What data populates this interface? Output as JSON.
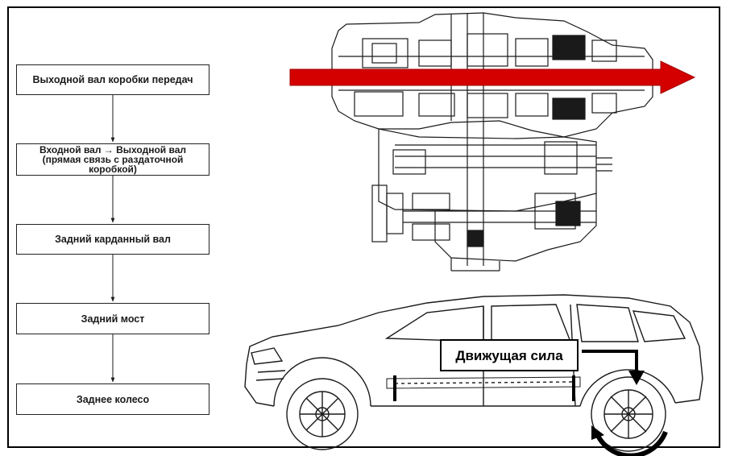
{
  "flow": {
    "steps": [
      "Выходной вал коробки передач",
      "Входной вал → Выходной вал (прямая связь с раздаточной коробкой)",
      "Задний карданный вал",
      "Задний мост",
      "Заднее колесо"
    ]
  },
  "car": {
    "force_label": "Движущая сила"
  },
  "colors": {
    "power_arrow": "#d40000",
    "line": "#1a1a1a"
  },
  "icons": {
    "transfer_case": "transfer-case-cutaway-drawing",
    "vehicle": "suv-side-view-drawing"
  }
}
